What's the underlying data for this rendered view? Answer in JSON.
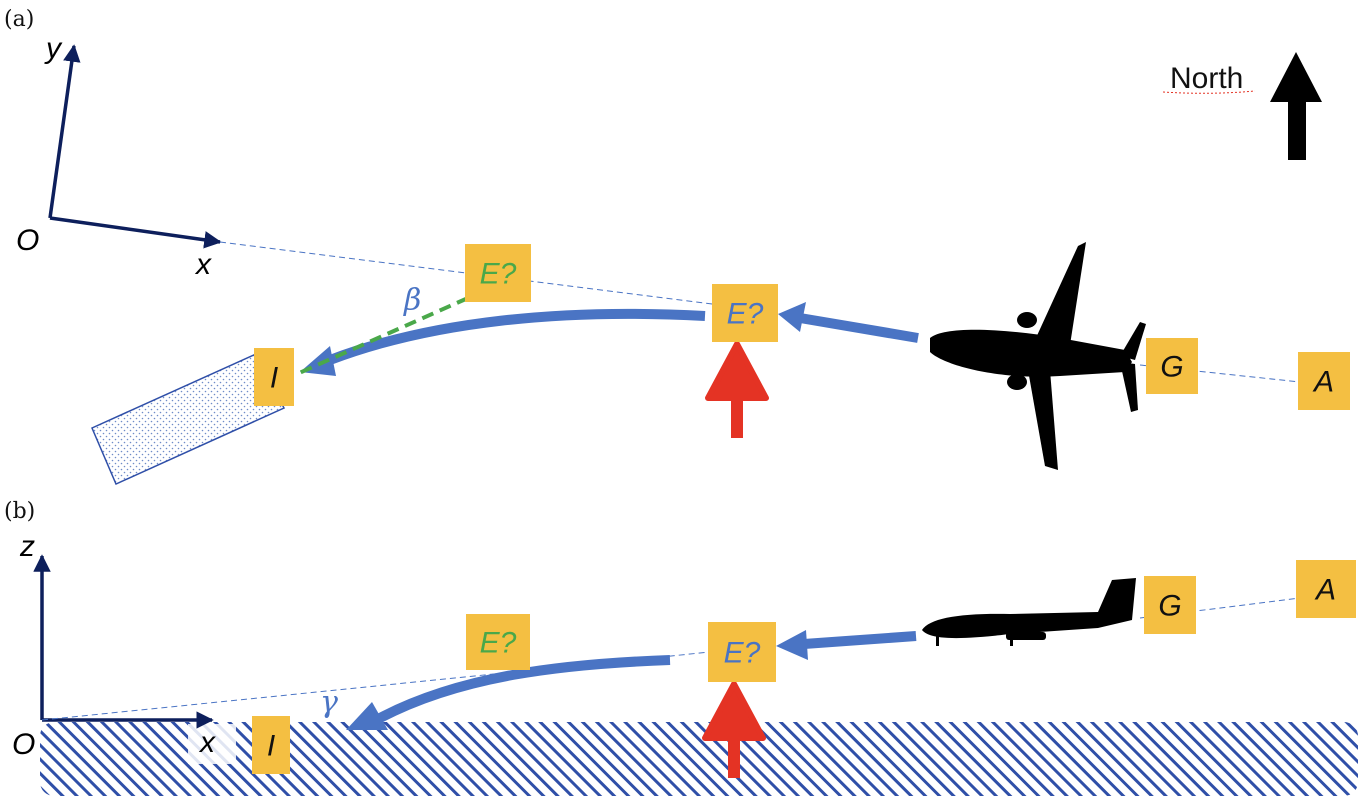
{
  "colors": {
    "box_fill": "#f4bf42",
    "axis": "#0d1f5c",
    "trajectory": "#4a74c4",
    "guess_line": "#4aa84a",
    "wind_arrow": "#e43324",
    "ground_hatch": "#2f4fa8",
    "aircraft": "#000000"
  },
  "panel_a": {
    "label": "(a)",
    "axis_x": "x",
    "axis_y": "y",
    "origin": "O",
    "north_label": "North",
    "angle_label": "β",
    "boxes": {
      "I": "I",
      "E_guess_green": "E?",
      "E_guess_blue": "E?",
      "G": "G",
      "A": "A"
    }
  },
  "panel_b": {
    "label": "(b)",
    "axis_x": "x",
    "axis_z": "z",
    "origin": "O",
    "angle_label": "γ",
    "boxes": {
      "I": "I",
      "E_guess_green": "E?",
      "E_guess_blue": "E?",
      "G": "G",
      "A": "A"
    }
  }
}
